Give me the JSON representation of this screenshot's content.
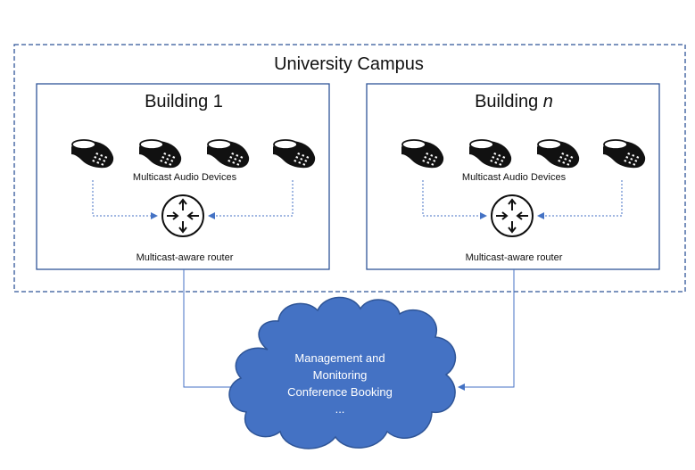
{
  "campus": {
    "title": "University Campus"
  },
  "buildings": [
    {
      "title_prefix": "Building ",
      "title_suffix": "1",
      "devices_label": "Multicast Audio Devices",
      "router_label": "Multicast-aware router",
      "device_count": 4
    },
    {
      "title_prefix": "Building ",
      "title_suffix": "n",
      "devices_label": "Multicast Audio Devices",
      "router_label": "Multicast-aware router",
      "device_count": 4
    }
  ],
  "cloud": {
    "lines": [
      "Management and",
      "Monitoring",
      "Conference Booking",
      "..."
    ]
  },
  "colors": {
    "border": "#2f5597",
    "campus_dash": "#2f5597",
    "arrow": "#4472c4",
    "cloud_fill": "#4472c4",
    "cloud_stroke": "#2f5597",
    "cloud_text": "#ffffff"
  }
}
